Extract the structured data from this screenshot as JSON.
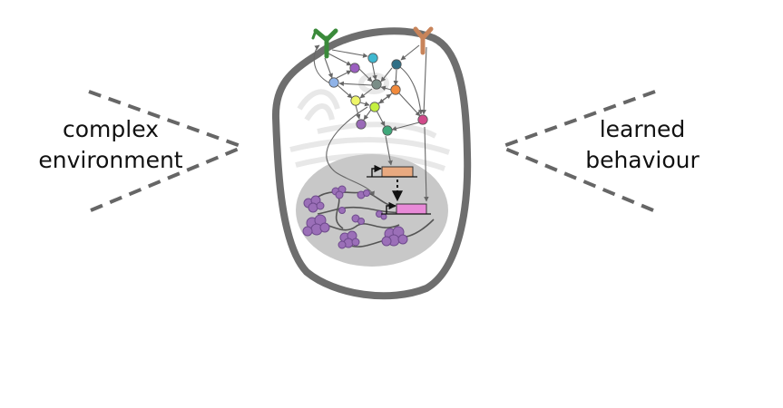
{
  "labels": {
    "left": [
      "complex",
      "environment"
    ],
    "right": [
      "learned",
      "behaviour"
    ]
  },
  "colors": {
    "membrane": "#6e6e6e",
    "nucleus": "#c8c8c8",
    "chromatin": "#9b6fb8",
    "ghost_organelles": "#e6e6e6",
    "arrows": "#666666",
    "receptor_left": "#3a8a3a",
    "receptor_right": "#c8845a",
    "gene_upper": "#e8a980",
    "gene_lower": "#e88ad8",
    "dashes": "#666666"
  },
  "icons": {
    "receptor_left": "receptor-icon",
    "receptor_right": "receptor-icon",
    "gene_upper": "gene-box-icon",
    "gene_lower": "gene-box-icon"
  },
  "network_nodes": [
    {
      "color": "#3fb8d0"
    },
    {
      "color": "#9b5fc0"
    },
    {
      "color": "#2f6f86"
    },
    {
      "color": "#8fb3e8"
    },
    {
      "color": "#7a8d87"
    },
    {
      "color": "#f28a3c"
    },
    {
      "color": "#eef56a"
    },
    {
      "color": "#c4f040"
    },
    {
      "color": "#d04a8a"
    },
    {
      "color": "#9a6ab8"
    },
    {
      "color": "#3fa87a"
    }
  ]
}
